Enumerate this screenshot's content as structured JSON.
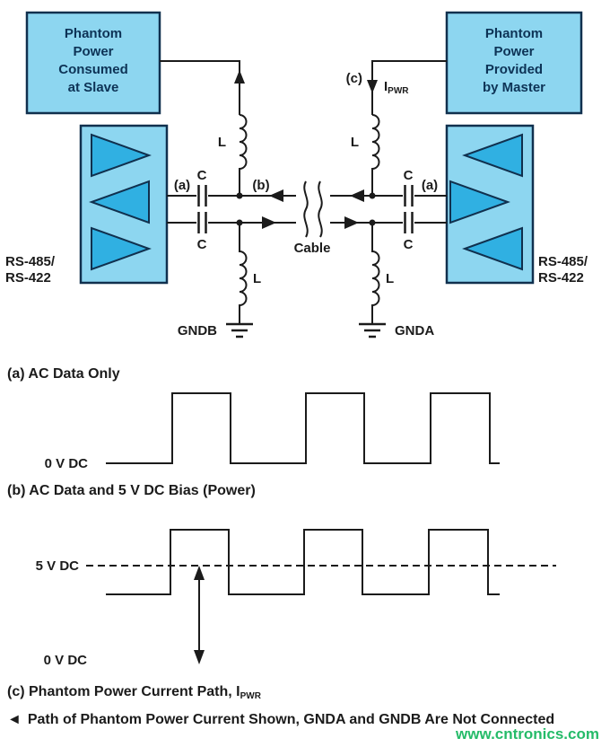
{
  "colors": {
    "box_fill": "#8dd6f0",
    "triangle_fill": "#30b0e2",
    "outline": "#10304e",
    "line": "#1b1b1b",
    "watermark_green": "#00b050"
  },
  "circuit": {
    "left_box": {
      "lines": [
        "Phantom",
        "Power",
        "Consumed",
        "at Slave"
      ]
    },
    "right_box": {
      "lines": [
        "Phantom",
        "Power",
        "Provided",
        "by Master"
      ]
    },
    "left_transceiver_label": [
      "RS-485/",
      "RS-422"
    ],
    "right_transceiver_label": [
      "RS-485/",
      "RS-422"
    ],
    "labels": {
      "a_left": "(a)",
      "b": "(b)",
      "c": "(c)",
      "a_right": "(a)",
      "cable": "Cable",
      "gndb": "GNDB",
      "gnda": "GNDA",
      "inductor": "L",
      "capacitor": "C",
      "current_base": "I",
      "current_sub": "PWR"
    }
  },
  "waveforms": {
    "a": {
      "title": "(a) AC Data Only",
      "zero_label": "0 V DC",
      "type": "square",
      "pulses": 3,
      "baseline": "0 V DC"
    },
    "b": {
      "title": "(b) AC Data and 5 V DC Bias (Power)",
      "bias_label": "5 V DC",
      "zero_label": "0 V DC",
      "type": "square",
      "pulses": 3,
      "bias_level": "5 V DC"
    }
  },
  "captions": {
    "c_line": {
      "text": "(c) Phantom Power Current Path, I",
      "sub": "PWR"
    },
    "footer": {
      "marker": "◄",
      "text": "Path of Phantom Power Current Shown, GNDA and GNDB Are Not Connected"
    }
  },
  "watermark": {
    "text": "www.cntronics.com"
  }
}
